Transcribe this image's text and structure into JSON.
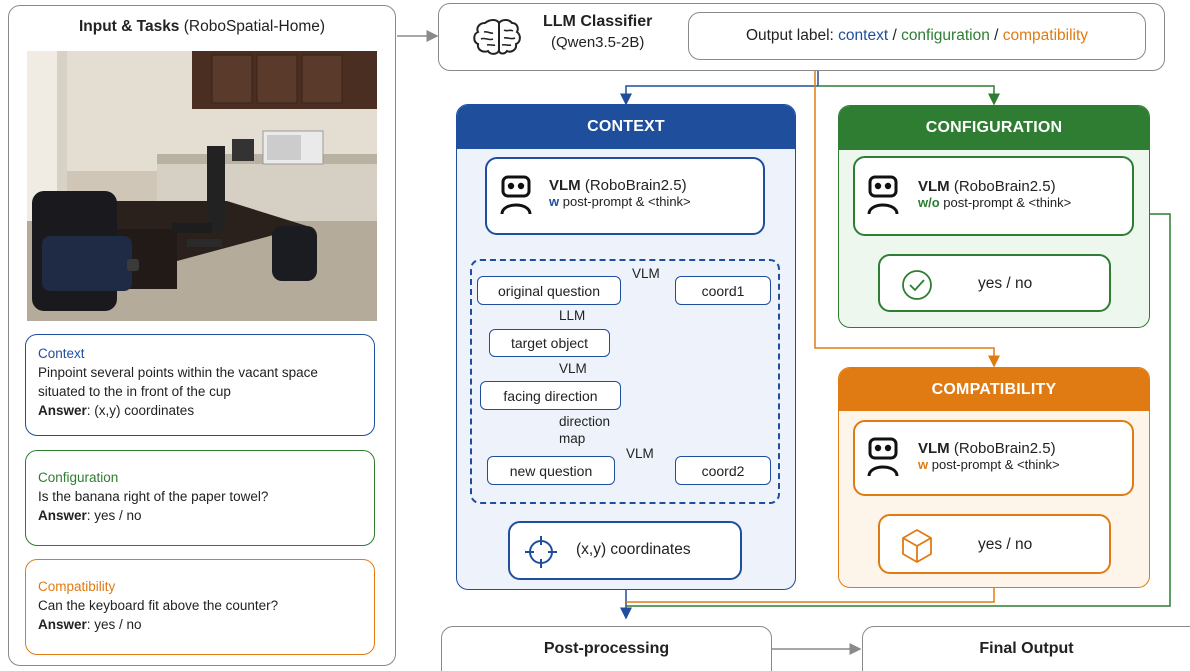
{
  "input_panel": {
    "title_bold": "Input & Tasks",
    "title_rest": " (RoboSpatial-Home)",
    "tasks": [
      {
        "name": "Context",
        "question": "Pinpoint several points within the vacant space situated to the in front of the cup",
        "answer_label": "Answer",
        "answer": ": (x,y) coordinates",
        "color": "#1f4e9c"
      },
      {
        "name": "Configuration",
        "question": "Is the banana right of the paper towel?",
        "answer_label": "Answer",
        "answer": ": yes / no",
        "color": "#2e7d32"
      },
      {
        "name": "Compatibility",
        "question": "Can the keyboard fit above the counter?",
        "answer_label": "Answer",
        "answer": ": yes / no",
        "color": "#e07b13"
      }
    ]
  },
  "classifier": {
    "title": "LLM Classifier",
    "model": "(Qwen3.5-2B)",
    "output_prefix": "Output label: ",
    "label_context": "context",
    "label_configuration": "configuration",
    "label_compatibility": "compatibility",
    "sep": " / "
  },
  "context": {
    "header": "CONTEXT",
    "vlm_bold": "VLM",
    "vlm_model": " (RoboBrain2.5)",
    "vlm_flag": "w",
    "vlm_rest": " post-prompt & <think>",
    "flow": {
      "original_question": "original question",
      "coord1": "coord1",
      "target_object": "target object",
      "facing_direction": "facing direction",
      "new_question": "new question",
      "coord2": "coord2",
      "edge_vlm_1": "VLM",
      "edge_llm": "LLM",
      "edge_vlm_2": "VLM",
      "edge_direction_1": "direction",
      "edge_direction_2": "map",
      "edge_vlm_3": "VLM"
    },
    "output": "(x,y) coordinates"
  },
  "configuration": {
    "header": "CONFIGURATION",
    "vlm_bold": "VLM",
    "vlm_model": " (RoboBrain2.5)",
    "vlm_flag": "w/o",
    "vlm_rest": " post-prompt & <think>",
    "output": "yes / no"
  },
  "compatibility": {
    "header": "COMPATIBILITY",
    "vlm_bold": "VLM",
    "vlm_model": " (RoboBrain2.5)",
    "vlm_flag": "w",
    "vlm_rest": " post-prompt & <think>",
    "output": "yes / no"
  },
  "post_processing": "Post-processing",
  "final_output": "Final Output",
  "colors": {
    "context": "#1f4e9c",
    "configuration": "#2e7d32",
    "compatibility": "#e07b13",
    "context_bg": "#eef3fb",
    "configuration_bg": "#eef7ee",
    "compatibility_bg": "#fdf4ea",
    "neutral": "#8a8a8a"
  },
  "icons": [
    "brain-icon",
    "robot-icon",
    "check-circle-icon",
    "crosshair-icon",
    "cube-icon"
  ]
}
